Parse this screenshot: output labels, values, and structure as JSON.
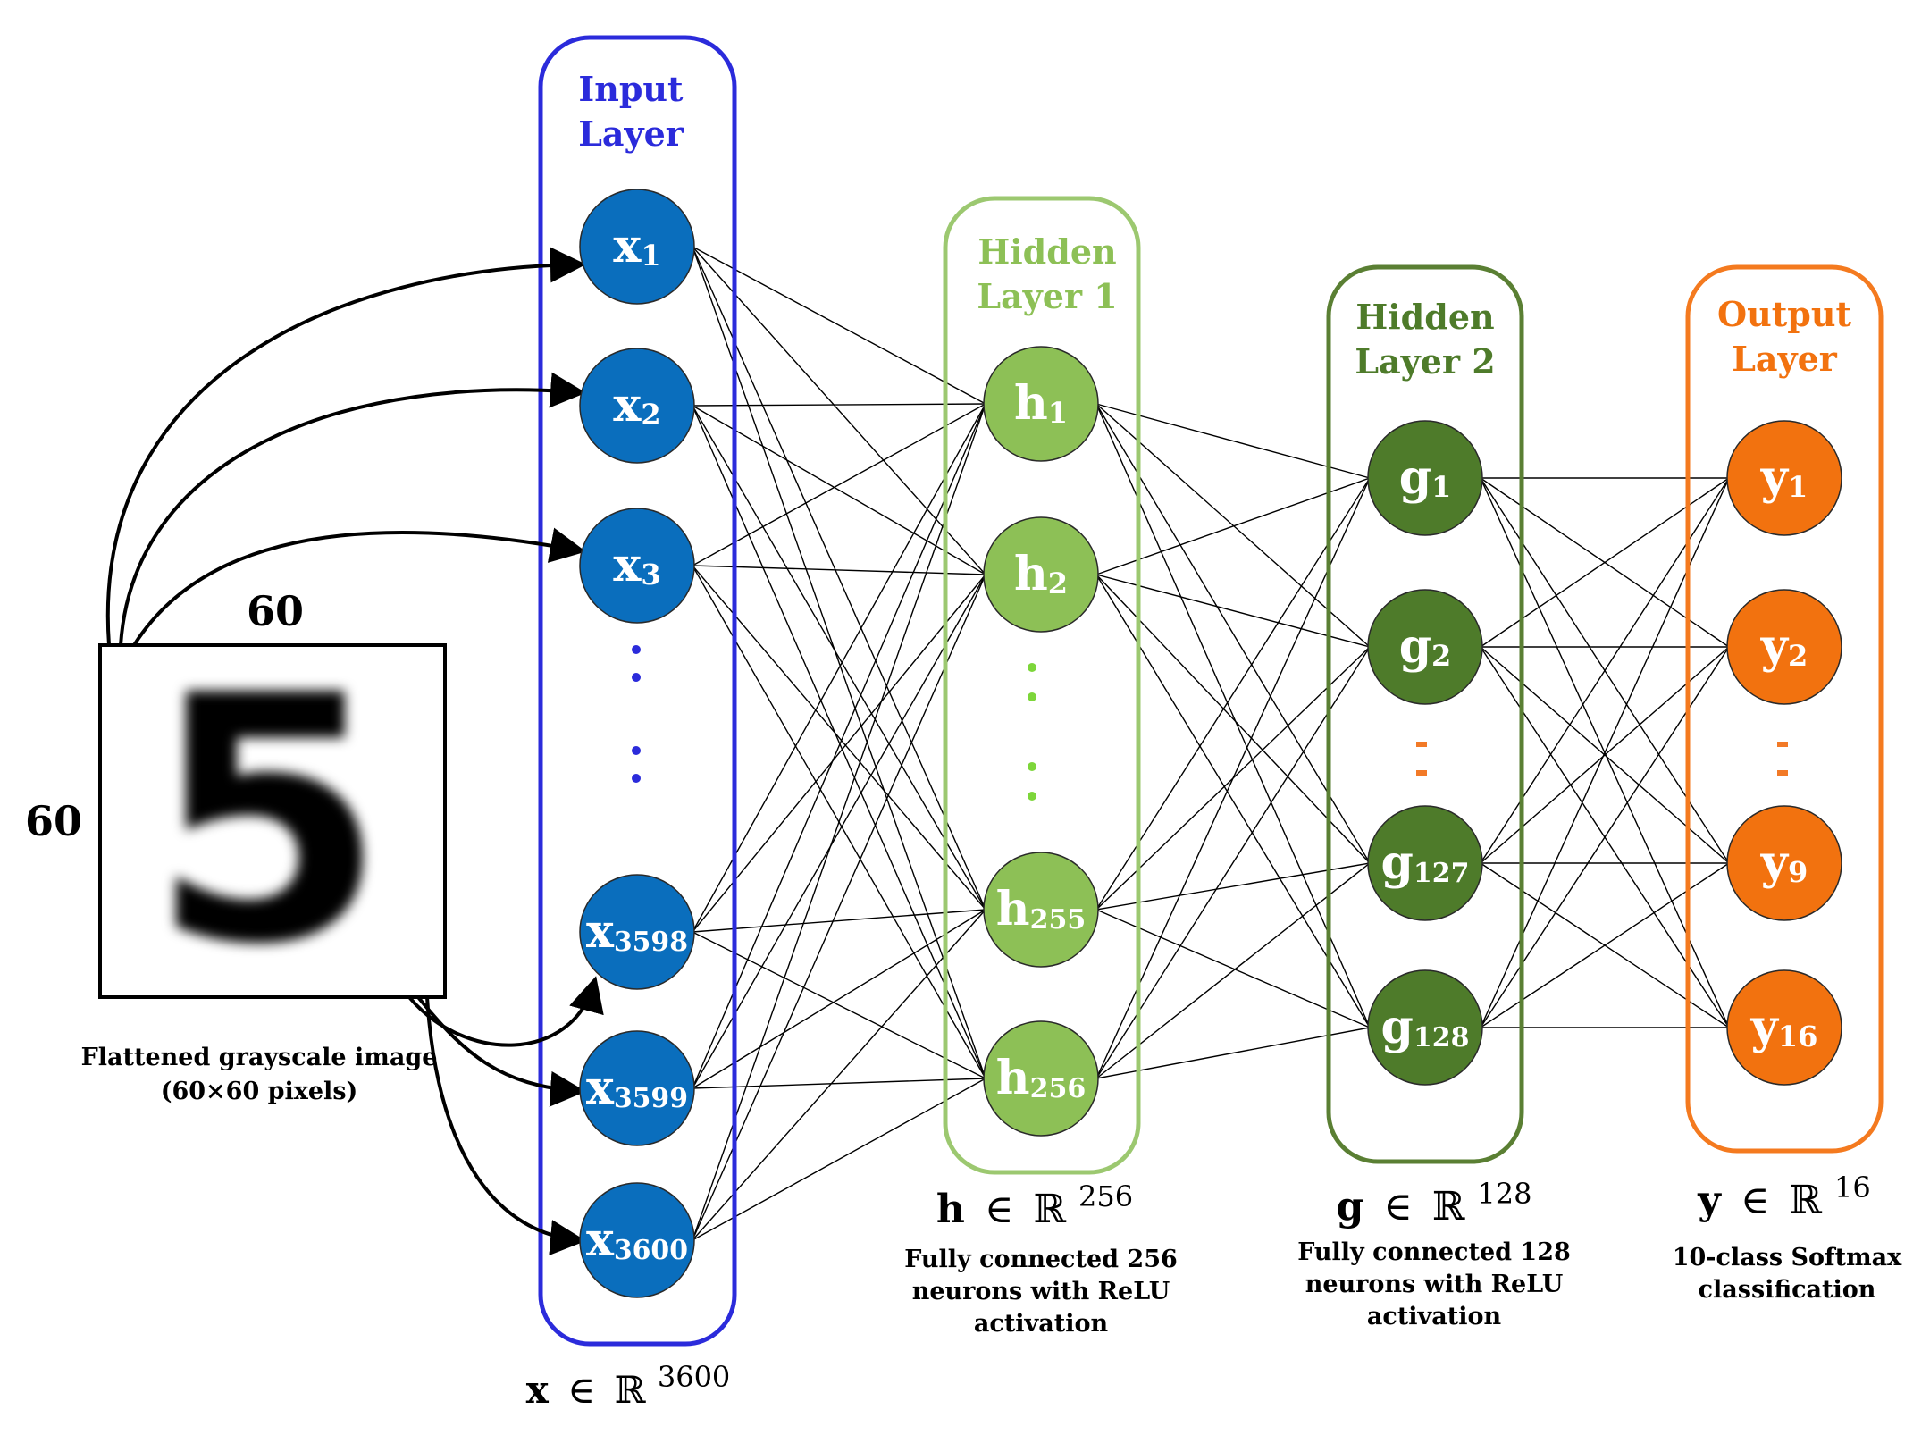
{
  "colors": {
    "input": "#0a6ebd",
    "input_frame": "#2b2bdb",
    "hidden1": "#8dc056",
    "hidden1_frame": "#9cc870",
    "hidden2": "#4e7b2a",
    "hidden2_frame": "#5a7f33",
    "output": "#f2720f",
    "output_frame": "#f47a1f",
    "edge": "#000000",
    "dots_input": "#2b2bdb",
    "dots_h1": "#7dd63a",
    "dots_h2": "#f27a27",
    "dots_out": "#f27a27"
  },
  "image": {
    "width_label": "60",
    "height_label": "60",
    "caption_line1": "Flattened grayscale image",
    "caption_line2": "(60×60 pixels)",
    "digit": "5"
  },
  "layers": {
    "input": {
      "title_line1": "Input",
      "title_line2": "Layer",
      "nodes": [
        {
          "base": "x",
          "sub": "1"
        },
        {
          "base": "x",
          "sub": "2"
        },
        {
          "base": "x",
          "sub": "3"
        },
        {
          "base": "x",
          "sub": "3598"
        },
        {
          "base": "x",
          "sub": "3599"
        },
        {
          "base": "x",
          "sub": "3600"
        }
      ],
      "formula": {
        "var": "x",
        "rel": "∈",
        "set": "ℝ",
        "dim": "3600"
      }
    },
    "hidden1": {
      "title_line1": "Hidden",
      "title_line2": "Layer 1",
      "nodes": [
        {
          "base": "h",
          "sub": "1"
        },
        {
          "base": "h",
          "sub": "2"
        },
        {
          "base": "h",
          "sub": "255"
        },
        {
          "base": "h",
          "sub": "256"
        }
      ],
      "formula": {
        "var": "h",
        "rel": "∈",
        "set": "ℝ",
        "dim": "256"
      },
      "desc_line1": "Fully connected 256",
      "desc_line2": "neurons with ReLU",
      "desc_line3": "activation"
    },
    "hidden2": {
      "title_line1": "Hidden",
      "title_line2": "Layer 2",
      "nodes": [
        {
          "base": "g",
          "sub": "1"
        },
        {
          "base": "g",
          "sub": "2"
        },
        {
          "base": "g",
          "sub": "127"
        },
        {
          "base": "g",
          "sub": "128"
        }
      ],
      "formula": {
        "var": "g",
        "rel": "∈",
        "set": "ℝ",
        "dim": "128"
      },
      "desc_line1": "Fully connected 128",
      "desc_line2": "neurons with ReLU",
      "desc_line3": "activation"
    },
    "output": {
      "title_line1": "Output",
      "title_line2": "Layer",
      "nodes": [
        {
          "base": "y",
          "sub": "1"
        },
        {
          "base": "y",
          "sub": "2"
        },
        {
          "base": "y",
          "sub": "9"
        },
        {
          "base": "y",
          "sub": "16"
        }
      ],
      "formula": {
        "var": "y",
        "rel": "∈",
        "set": "ℝ",
        "dim": "16"
      },
      "desc_line1": "10-class Softmax",
      "desc_line2": "classification"
    }
  }
}
